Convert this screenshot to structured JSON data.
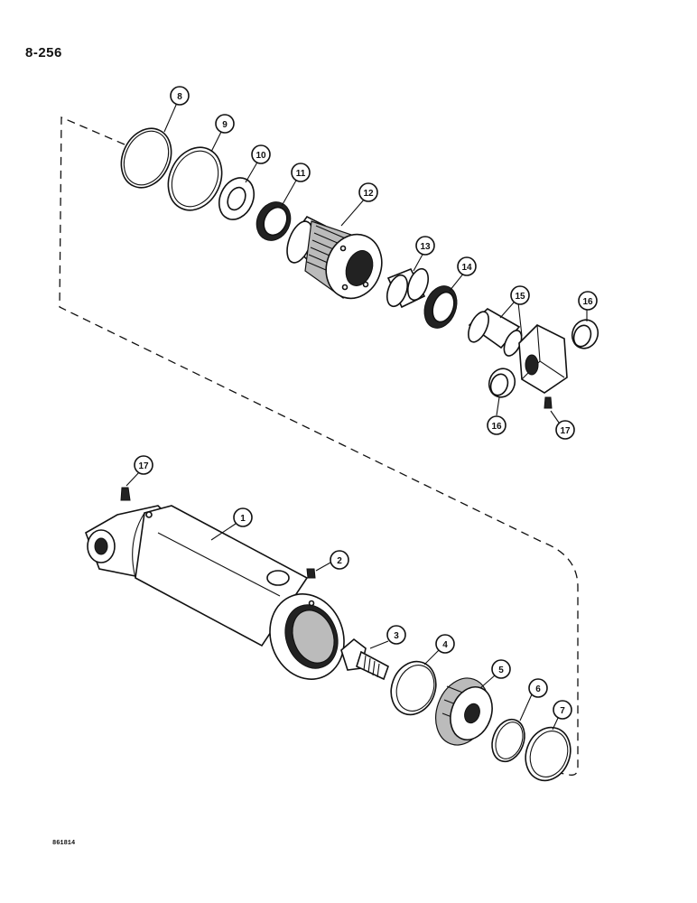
{
  "page": {
    "number": "8-256",
    "figure_code": "861814"
  },
  "callouts": {
    "c1": "1",
    "c2": "2",
    "c3": "3",
    "c4": "4",
    "c5": "5",
    "c6": "6",
    "c7": "7",
    "c8": "8",
    "c9": "9",
    "c10": "10",
    "c11": "11",
    "c12": "12",
    "c13": "13",
    "c14": "14",
    "c15": "15",
    "c16a": "16",
    "c16b": "16",
    "c17a": "17",
    "c17b": "17"
  }
}
